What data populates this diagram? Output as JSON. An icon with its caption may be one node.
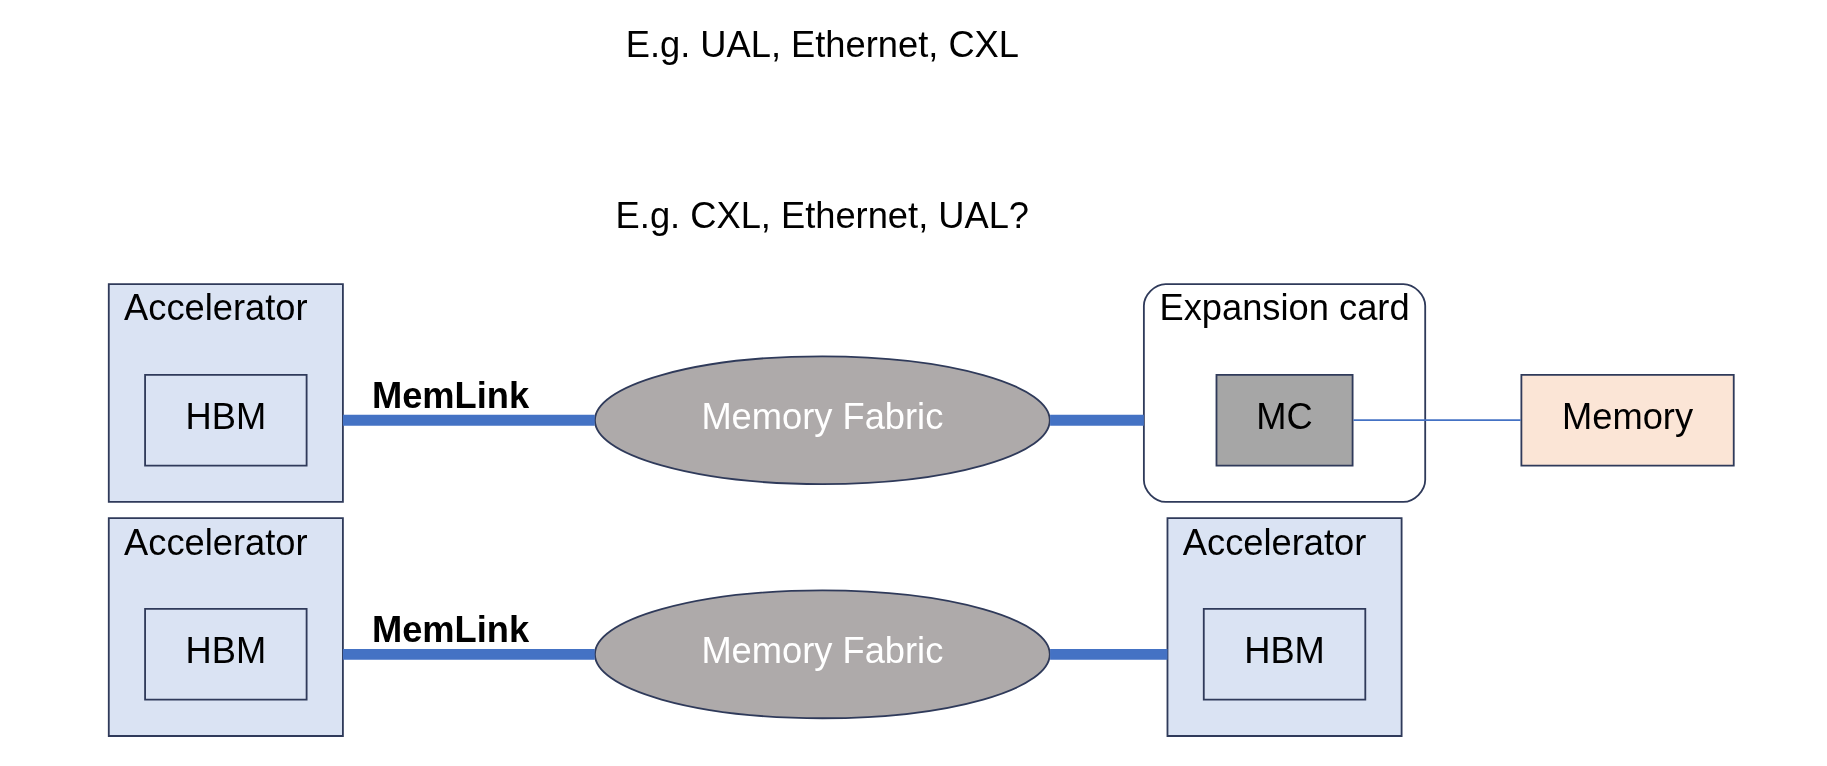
{
  "diagram": {
    "nodes": [
      {
        "text": [
          "Accelerator"
        ]
      },
      {
        "text": [
          "HBM"
        ],
        "in": 0
      },
      {
        "text": [
          "Memory Fabric"
        ]
      },
      {
        "text": [
          "Expansion card"
        ]
      },
      {
        "text": [
          "MC"
        ],
        "in": 3
      },
      {
        "text": [
          "Memory"
        ]
      },
      {
        "text": [
          "Accelerator"
        ]
      },
      {
        "text": [
          "HBM"
        ],
        "in": 6
      },
      {
        "text": [
          "Memory Fabric"
        ]
      },
      {
        "text": [
          "Accelerator"
        ]
      },
      {
        "text": [
          "HBM"
        ],
        "in": 9
      }
    ],
    "edges": [
      {
        "from": 0,
        "to": 2,
        "arrow": "none",
        "label": "MemLink"
      },
      {
        "from": 2,
        "to": 3,
        "arrow": "none"
      },
      {
        "from": 4,
        "to": 5,
        "arrow": "none"
      },
      {
        "from": 6,
        "to": 8,
        "arrow": "none",
        "label": "MemLink"
      },
      {
        "from": 8,
        "to": 9,
        "arrow": "none"
      }
    ],
    "labels": [
      "E.g. CXL, Ethernet, UAL?",
      "E.g. UAL, Ethernet, CXL"
    ]
  }
}
